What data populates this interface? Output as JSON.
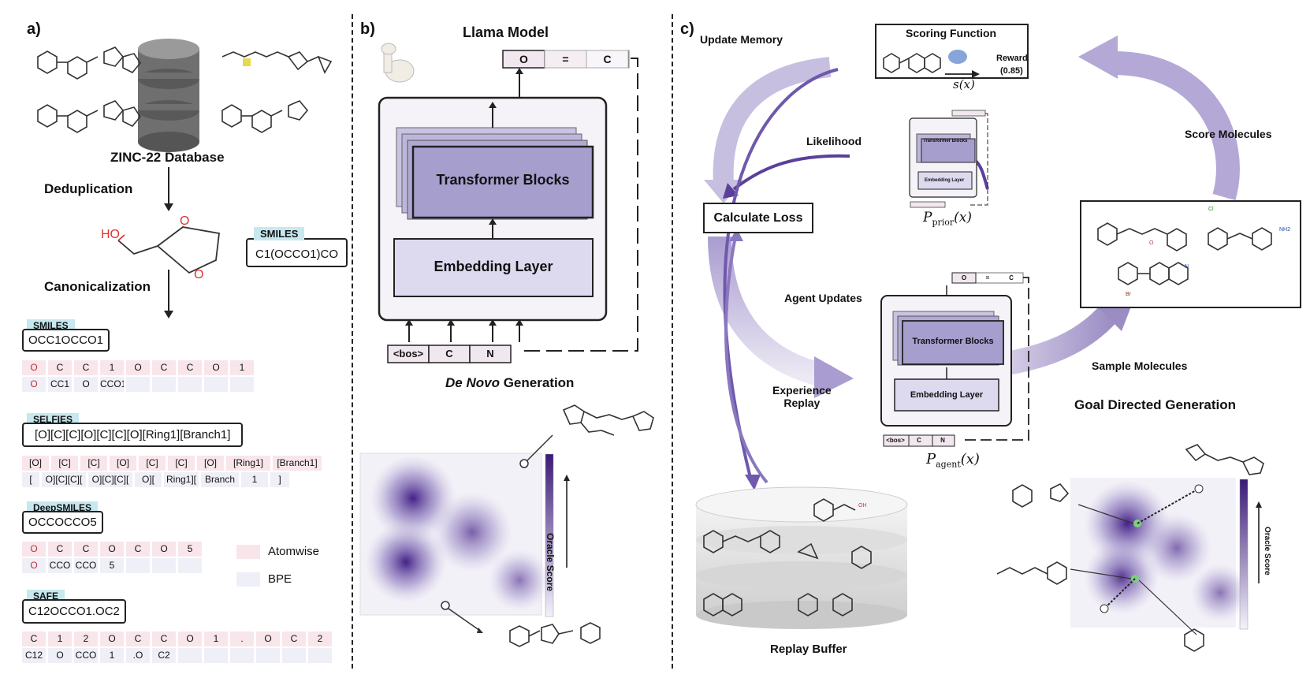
{
  "panel_a": {
    "label": "a)",
    "database": "ZINC-22 Database",
    "dedup": "Deduplication",
    "canon": "Canonicalization",
    "molecule_atom_ho": "HO",
    "molecule_atom_o": "O",
    "smiles_box": {
      "tag": "SMILES",
      "value": "C1(OCCO1)CO"
    },
    "smiles": {
      "tag": "SMILES",
      "value": "OCC1OCCO1",
      "atomwise": [
        "O",
        "C",
        "C",
        "1",
        "O",
        "C",
        "C",
        "O",
        "1"
      ],
      "bpe": [
        "O",
        "CC1",
        "O",
        "CCO1",
        "",
        "",
        "",
        "",
        ""
      ]
    },
    "selfies": {
      "tag": "SELFIES",
      "value": "[O][C][C][O][C][C][O][Ring1][Branch1]",
      "atomwise": [
        "[O]",
        "[C]",
        "[C]",
        "[O]",
        "[C]",
        "[C]",
        "[O]",
        "[Ring1]",
        "[Branch1]"
      ],
      "bpe": [
        "[",
        "O][C][C][",
        "O][C][C][",
        "O][",
        "Ring1][",
        "Branch",
        "1",
        "]"
      ]
    },
    "deepsmiles": {
      "tag": "DeepSMILES",
      "value": "OCCOCCO5",
      "atomwise": [
        "O",
        "C",
        "C",
        "O",
        "C",
        "O",
        "5"
      ],
      "bpe": [
        "O",
        "CCO",
        "CCO",
        "5",
        "",
        "",
        ""
      ]
    },
    "safe": {
      "tag": "SAFE",
      "value": "C12OCCO1.OC2",
      "atomwise": [
        "C",
        "1",
        "2",
        "O",
        "C",
        "C",
        "O",
        "1",
        ".",
        "O",
        "C",
        "2"
      ],
      "bpe": [
        "C12",
        "O",
        "CCO",
        "1",
        ".O",
        "C2",
        "",
        "",
        "",
        "",
        "",
        ""
      ]
    },
    "legend": {
      "atomwise": "Atomwise",
      "bpe": "BPE"
    }
  },
  "panel_b": {
    "label": "b)",
    "title": "Llama Model",
    "output_tokens": [
      "O",
      "=",
      "C"
    ],
    "transformer": "Transformer Blocks",
    "embedding": "Embedding Layer",
    "input_tokens": [
      "<bos>",
      "C",
      "N"
    ],
    "generation_italic": "De Novo",
    "generation": "Generation",
    "oracle": "Oracle Score"
  },
  "panel_c": {
    "label": "c)",
    "update_memory": "Update Memory",
    "scoring_function": "Scoring Function",
    "reward": "Reward",
    "reward_value": "(0.85)",
    "score_fn": "s(x)",
    "score_molecules": "Score Molecules",
    "likelihood": "Likelihood",
    "calc_loss": "Calculate Loss",
    "prior_p": "P",
    "prior_sub": "prior",
    "prior_arg": "(x)",
    "agent_p": "P",
    "agent_sub": "agent",
    "agent_arg": "(x)",
    "agent_updates": "Agent Updates",
    "experience_replay": "Experience\nReplay",
    "sample_molecules": "Sample Molecules",
    "goal_directed": "Goal Directed Generation",
    "replay_buffer": "Replay Buffer",
    "oracle": "Oracle Score",
    "mini_transformer": "Transformer Blocks",
    "mini_embedding": "Embedding Layer",
    "mini_out": [
      "O",
      "=",
      "C"
    ],
    "mini_in": [
      "<bos>",
      "C",
      "N"
    ],
    "atom_o": "O",
    "atom_br": "Br",
    "atom_cl": "Cl",
    "atom_n": "N",
    "atom_nh2": "NH2",
    "atom_oh": "OH"
  },
  "colors": {
    "purple_dark": "#3a1a78",
    "purple": "#7b66b3",
    "purple_light": "#cfc8e4",
    "atomwise": "#f8e6ea",
    "bpe": "#efeff7",
    "tag": "#c7e8ef"
  }
}
